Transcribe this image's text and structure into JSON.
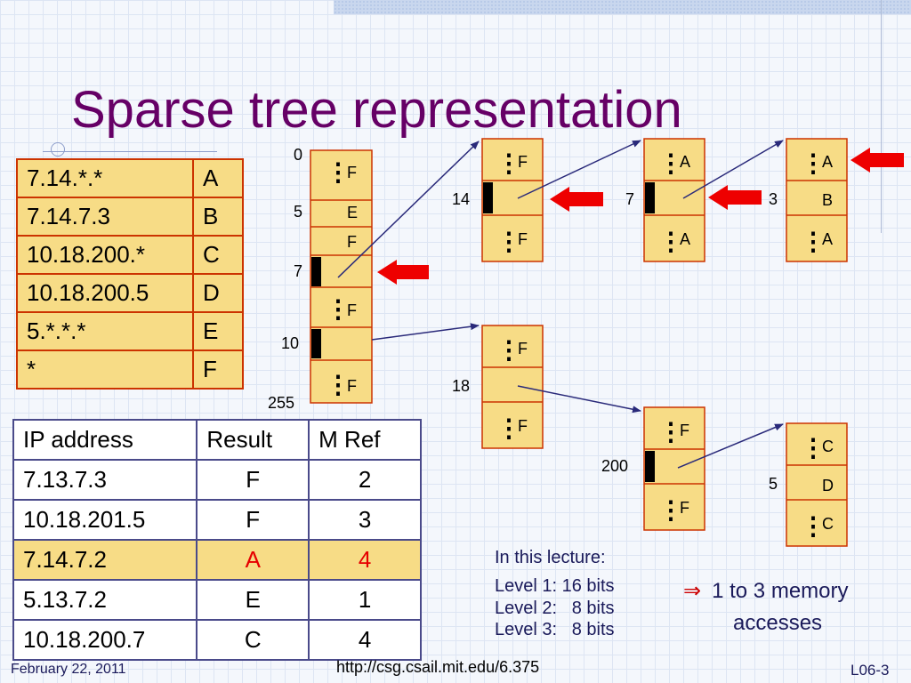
{
  "slide": {
    "title": "Sparse tree representation",
    "footer_date": "February 22, 2011",
    "footer_url": "http://csg.csail.mit.edu/6.375",
    "footer_page": "L06-3"
  },
  "prefix_table": [
    {
      "prefix": "7.14.*.*",
      "result": "A"
    },
    {
      "prefix": "7.14.7.3",
      "result": "B"
    },
    {
      "prefix": "10.18.200.*",
      "result": "C"
    },
    {
      "prefix": "10.18.200.5",
      "result": "D"
    },
    {
      "prefix": "5.*.*.*",
      "result": "E"
    },
    {
      "prefix": "*",
      "result": "F"
    }
  ],
  "lookup_table": {
    "headers": [
      "IP address",
      "Result",
      "M Ref"
    ],
    "rows": [
      [
        "7.13.7.3",
        "F",
        "2"
      ],
      [
        "10.18.201.5",
        "F",
        "3"
      ],
      [
        "7.14.7.2",
        "A",
        "4"
      ],
      [
        "5.13.7.2",
        "E",
        "1"
      ],
      [
        "10.18.200.7",
        "C",
        "4"
      ]
    ]
  },
  "tree": {
    "level1": {
      "indices": [
        "0",
        "5",
        "7",
        "10",
        "255"
      ],
      "cells": [
        "F",
        "E",
        "F",
        "",
        "F",
        "",
        "F"
      ]
    },
    "node_14": {
      "index": "14",
      "cells": [
        "F",
        "",
        "F"
      ]
    },
    "node_7": {
      "index": "7",
      "cells": [
        "A",
        "",
        "A"
      ]
    },
    "node_3": {
      "index": "3",
      "cells": [
        "A",
        "B",
        "A"
      ]
    },
    "node_18": {
      "index": "18",
      "cells": [
        "F",
        "",
        "F"
      ]
    },
    "node_200": {
      "index": "200",
      "cells": [
        "F",
        "",
        "F"
      ]
    },
    "node_5": {
      "index": "5",
      "cells": [
        "C",
        "D",
        "C"
      ]
    }
  },
  "lecture_note": {
    "heading": "In this lecture:",
    "level1": "Level 1: 16 bits",
    "level2": "Level 2:   8 bits",
    "level3": "Level 3:   8 bits"
  },
  "conclusion": {
    "symbol": "⇒",
    "line1": "1 to 3 memory",
    "line2": "accesses"
  },
  "colors": {
    "title": "#660066",
    "cell_fill": "#f7dc86",
    "cell_border": "#cc3300",
    "pointer_arrow": "#ee0000",
    "link_line": "#2a2a7a"
  }
}
